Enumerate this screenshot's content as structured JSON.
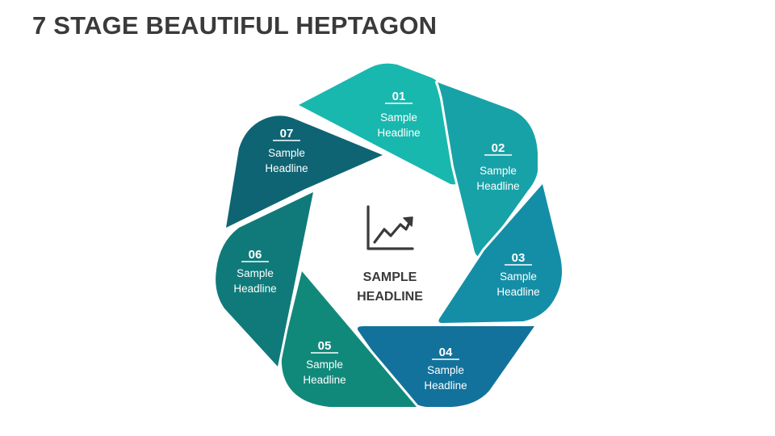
{
  "title": "7 STAGE BEAUTIFUL HEPTAGON",
  "center": {
    "line1": "SAMPLE",
    "line2": "HEADLINE",
    "icon": "chart-growth-icon"
  },
  "segments": [
    {
      "number": "01",
      "line1": "Sample",
      "line2": "Headline",
      "color": "#18b8ae"
    },
    {
      "number": "02",
      "line1": "Sample",
      "line2": "Headline",
      "color": "#17a2a8"
    },
    {
      "number": "03",
      "line1": "Sample",
      "line2": "Headline",
      "color": "#148ea6"
    },
    {
      "number": "04",
      "line1": "Sample",
      "line2": "Headline",
      "color": "#12729c"
    },
    {
      "number": "05",
      "line1": "Sample",
      "line2": "Headline",
      "color": "#11897a"
    },
    {
      "number": "06",
      "line1": "Sample",
      "line2": "Headline",
      "color": "#107a7a"
    },
    {
      "number": "07",
      "line1": "Sample",
      "line2": "Headline",
      "color": "#0e6473"
    }
  ]
}
